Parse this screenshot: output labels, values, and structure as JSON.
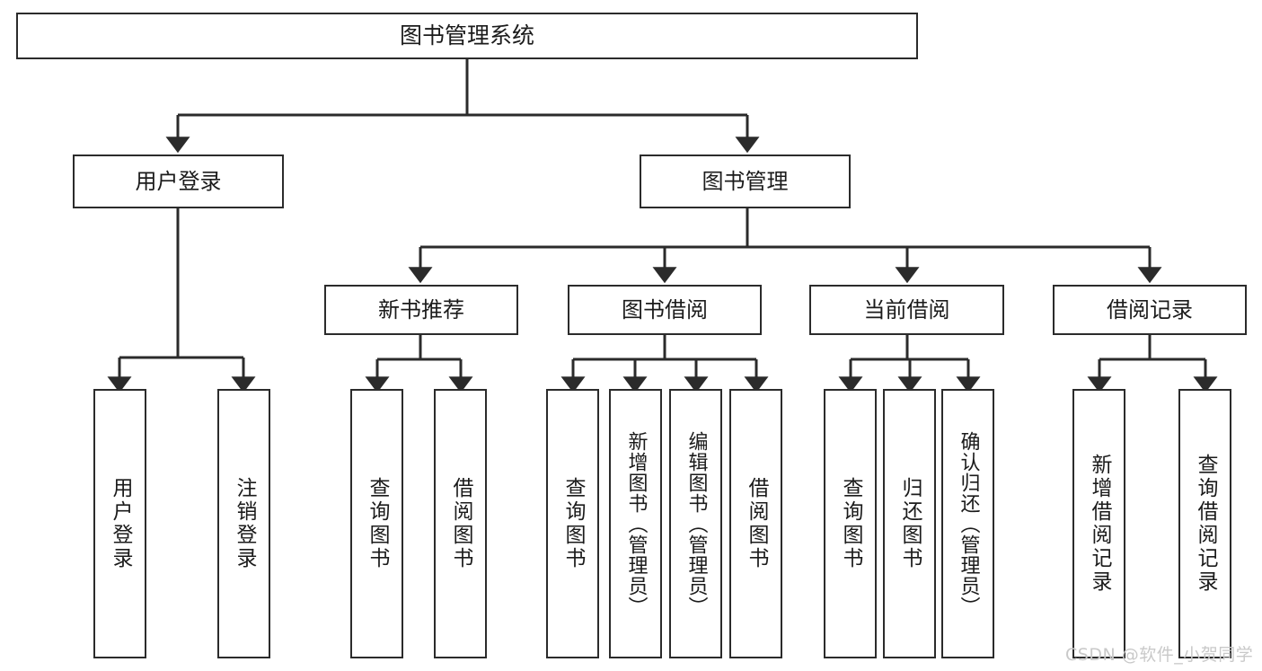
{
  "diagram": {
    "title": "图书管理系统",
    "type": "tree-hierarchy-diagram",
    "orientation": "top-down",
    "colors": {
      "box_border": "#2b2b2b",
      "box_fill": "#ffffff",
      "connector": "#2b2b2b",
      "text": "#1b1b1b",
      "watermark": "#c9c9c9",
      "background": "#ffffff"
    },
    "root": {
      "label": "图书管理系统"
    },
    "level2": [
      {
        "label": "用户登录"
      },
      {
        "label": "图书管理"
      }
    ],
    "level3": [
      {
        "label": "新书推荐"
      },
      {
        "label": "图书借阅"
      },
      {
        "label": "当前借阅"
      },
      {
        "label": "借阅记录"
      }
    ],
    "leaves": {
      "user_login": [
        {
          "label": "用户登录"
        },
        {
          "label": "注销登录"
        }
      ],
      "new_book_recommend": [
        {
          "label": "查询图书"
        },
        {
          "label": "借阅图书"
        }
      ],
      "book_borrow": [
        {
          "label": "查询图书"
        },
        {
          "label": "新增图书（管理员）"
        },
        {
          "label": "编辑图书（管理员）"
        },
        {
          "label": "借阅图书"
        }
      ],
      "current_borrow": [
        {
          "label": "查询图书"
        },
        {
          "label": "归还图书"
        },
        {
          "label": "确认归还（管理员）"
        }
      ],
      "borrow_record": [
        {
          "label": "新增借阅记录"
        },
        {
          "label": "查询借阅记录"
        }
      ]
    }
  },
  "watermark": {
    "text": "CSDN @软件_小贺同学"
  }
}
